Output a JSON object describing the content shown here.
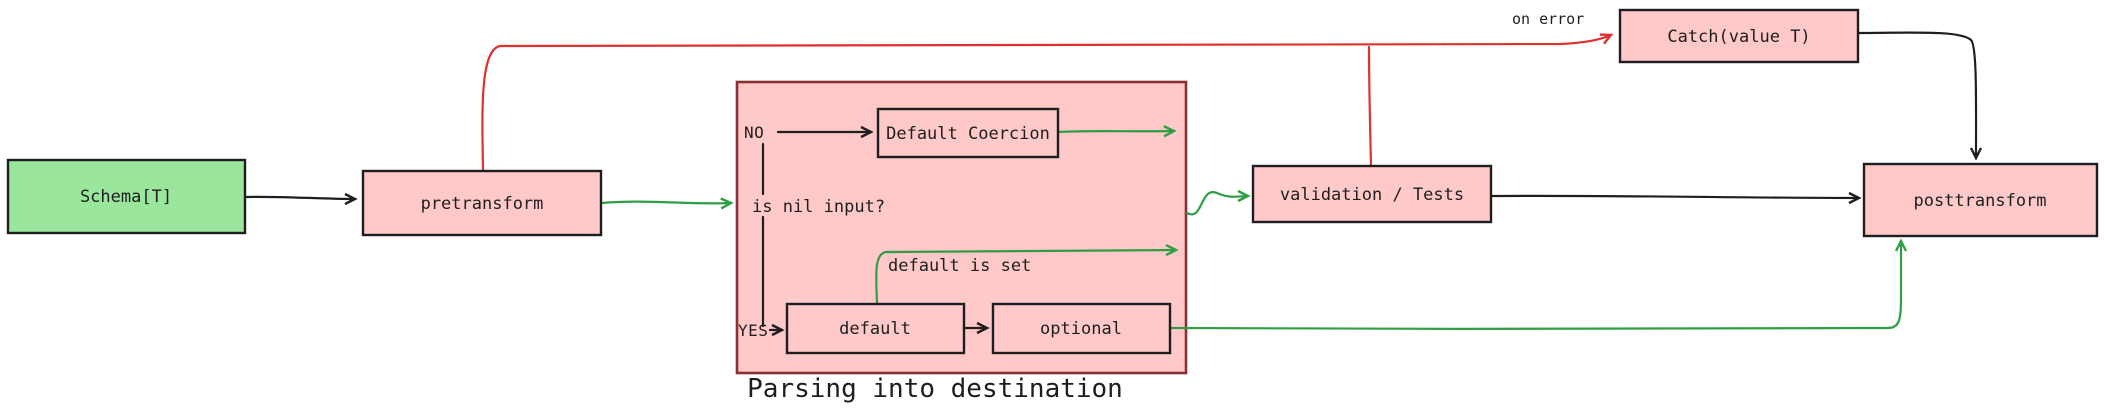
{
  "diagram": {
    "caption": "Parsing into destination",
    "nodes": {
      "schema": "Schema[T]",
      "pretransform": "pretransform",
      "default_coercion": "Default Coercion",
      "default_box": "default",
      "optional": "optional",
      "validation": "validation / Tests",
      "catch": "Catch(value T)",
      "posttransform": "posttransform"
    },
    "labels": {
      "no": "NO",
      "yes": "YES",
      "is_nil_input": "is nil input?",
      "default_is_set": "default is set",
      "on_error": "on error"
    },
    "colors": {
      "green_fill": "#99e69c",
      "pink_fill": "#ffc9c9",
      "black": "#1e1e1e",
      "green": "#2f9e44",
      "red": "#e03131",
      "container_stroke": "#8a3033"
    }
  }
}
